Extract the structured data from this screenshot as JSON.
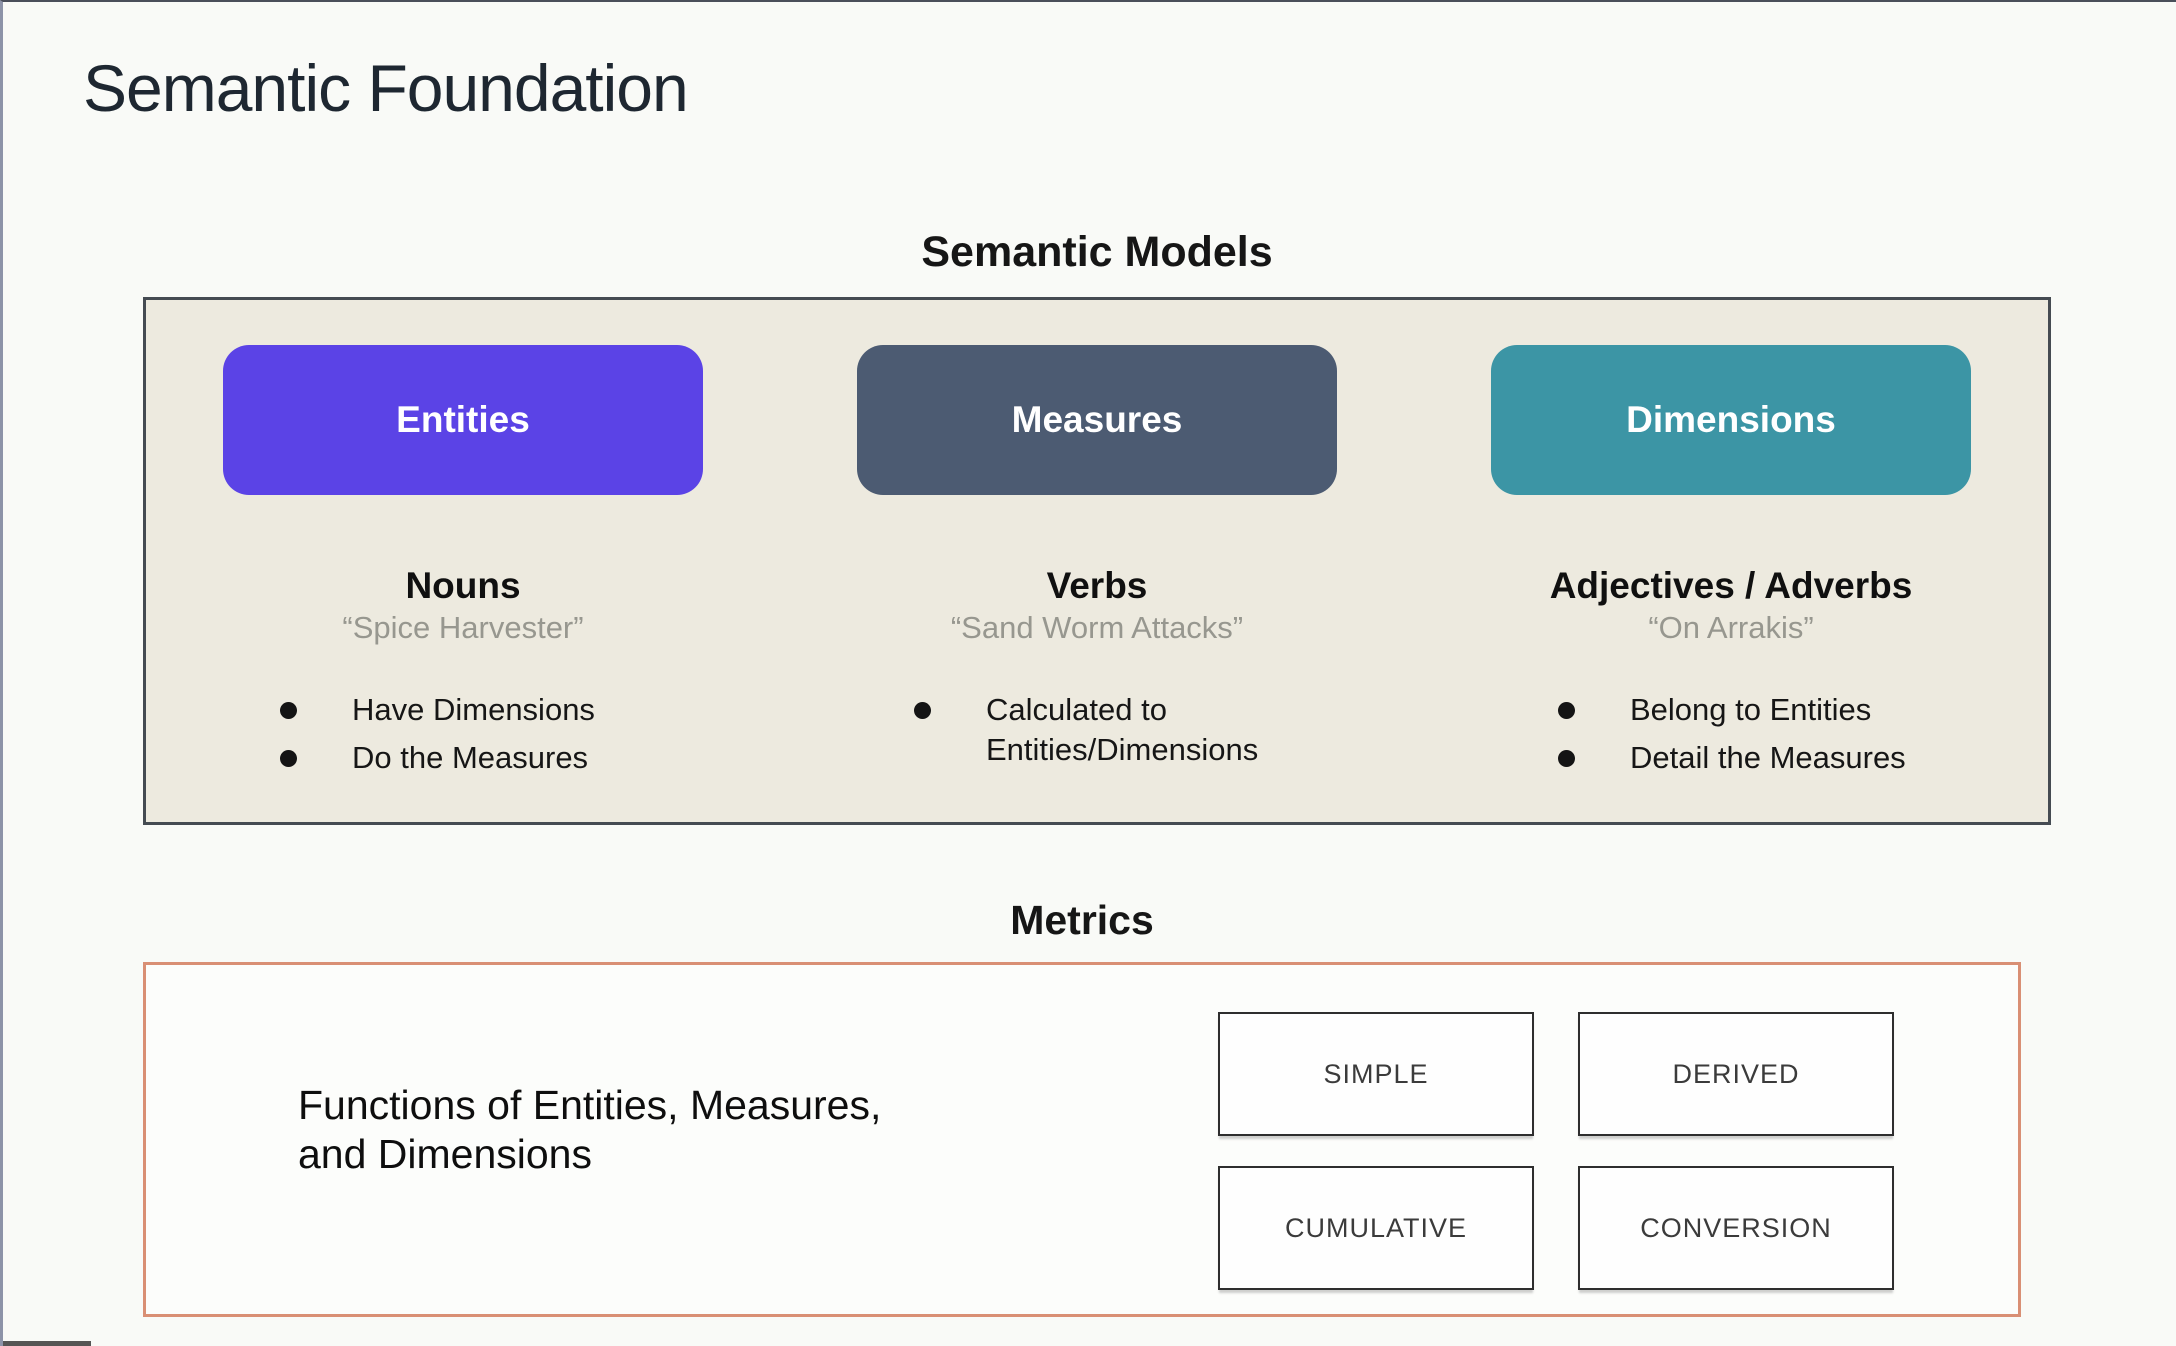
{
  "page": {
    "title": "Semantic Foundation",
    "background": "#f9faf7"
  },
  "semantic_models": {
    "heading": "Semantic Models",
    "panel_bg": "#edeadf",
    "panel_border": "#454b52",
    "columns": [
      {
        "button_label": "Entities",
        "button_color": "#5b43e6",
        "heading": "Nouns",
        "quote": "“Spice Harvester”",
        "bullets": [
          "Have Dimensions",
          "Do the Measures"
        ]
      },
      {
        "button_label": "Measures",
        "button_color": "#4c5b72",
        "heading": "Verbs",
        "quote": "“Sand Worm Attacks”",
        "bullets": [
          "Calculated to Entities/Dimensions"
        ]
      },
      {
        "button_label": "Dimensions",
        "button_color": "#3c95a5",
        "heading": "Adjectives / Adverbs",
        "quote": "“On Arrakis”",
        "bullets": [
          "Belong to Entities",
          "Detail the Measures"
        ]
      }
    ]
  },
  "metrics": {
    "heading": "Metrics",
    "border_color": "#d98f74",
    "description_line1": "Functions of Entities, Measures,",
    "description_line2": "and Dimensions",
    "boxes": [
      "SIMPLE",
      "DERIVED",
      "CUMULATIVE",
      "CONVERSION"
    ]
  }
}
